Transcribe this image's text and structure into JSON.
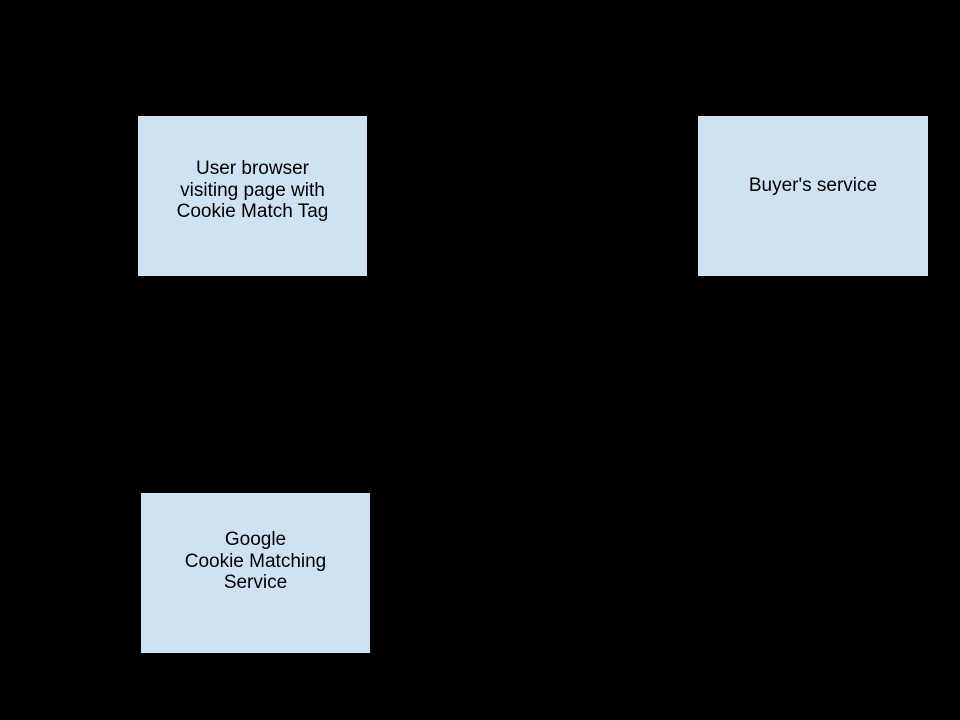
{
  "diagram": {
    "background_color": "#000000",
    "node_fill_color": "#cfe2f3",
    "node_border_color": "#000000",
    "text_color": "#000000",
    "nodes": [
      {
        "id": "user-browser",
        "label": "User browser visiting page with Cookie Match Tag",
        "lines": [
          "User browser",
          "visiting page with",
          "Cookie Match Tag"
        ]
      },
      {
        "id": "buyers-service",
        "label": "Buyer's service",
        "lines": [
          "Buyer's service"
        ]
      },
      {
        "id": "google-cookie-matching-service",
        "label": "Google Cookie Matching Service",
        "lines": [
          "Google",
          "Cookie Matching",
          "Service"
        ]
      }
    ]
  }
}
